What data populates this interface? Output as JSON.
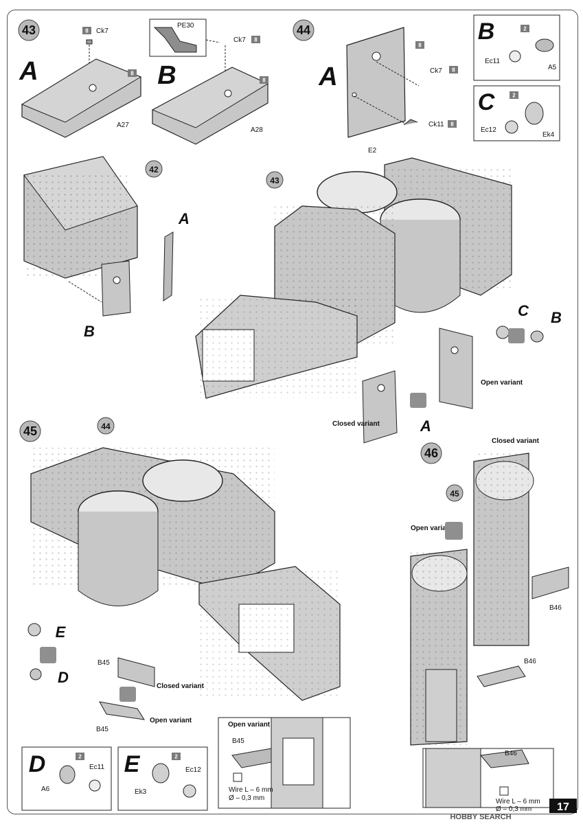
{
  "page_number": "17",
  "watermark": "HOBBY SEARCH",
  "colors": {
    "paint_badge": "#7a7a7a",
    "step_circle": "#b9b9b9",
    "part_gray": "#c7c7c7",
    "part_dark": "#9a9a9a",
    "line": "#222222"
  },
  "steps": {
    "s43": {
      "number": "43",
      "sub_a": {
        "label": "A",
        "badge1": "8",
        "part_ck7": "Ck7",
        "badge2": "8",
        "part": "A27"
      },
      "sub_b": {
        "label": "B",
        "pe": "PE30",
        "part_ck7": "Ck7",
        "badge1": "8",
        "badge2": "8",
        "part": "A28"
      }
    },
    "s44": {
      "number": "44",
      "sub_a": {
        "label": "A",
        "badge_top": "8",
        "ck7": "Ck7",
        "ck7_badge": "8",
        "ck11": "Ck11",
        "ck11_badge": "8",
        "part": "E2"
      },
      "box_b": {
        "label": "B",
        "badge": "2",
        "ec": "Ec11",
        "a": "A5"
      },
      "box_c": {
        "label": "C",
        "badge": "2",
        "ec": "Ec12",
        "ek": "Ek4"
      }
    },
    "s42_ref": {
      "number": "42",
      "label_a": "A",
      "label_b": "B"
    },
    "s43_ref": {
      "number": "43",
      "label_c": "C",
      "label_b": "B",
      "label_a": "A",
      "open": "Open variant",
      "closed": "Closed variant"
    },
    "s45": {
      "number": "45",
      "ref": "44",
      "label_e": "E",
      "label_d": "D",
      "b45_a": "B45",
      "closed": "Closed variant",
      "b45_b": "B45",
      "open": "Open variant",
      "inset": {
        "title": "Open variant",
        "part": "B45",
        "wire": "Wire L – 6 mm",
        "dia": "Ø – 0,3 mm"
      },
      "box_d": {
        "label": "D",
        "badge": "2",
        "ec": "Ec11",
        "a": "A6"
      },
      "box_e": {
        "label": "E",
        "badge": "2",
        "ec": "Ec12",
        "ek": "Ek3"
      }
    },
    "s46": {
      "number": "46",
      "ref": "45",
      "closed": "Closed variant",
      "open": "Open variant",
      "b46_a": "B46",
      "b46_b": "B46",
      "inset": {
        "part": "B46",
        "wire": "Wire L – 6 mm",
        "dia": "Ø – 0,3 mm"
      }
    }
  }
}
